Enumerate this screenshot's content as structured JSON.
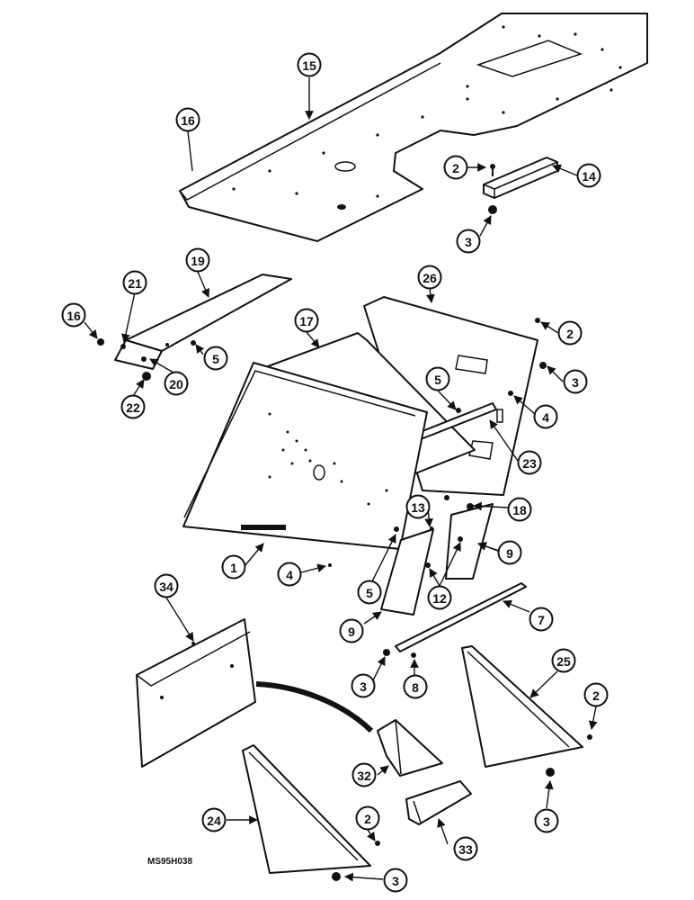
{
  "drawing_code": "MS95H038",
  "callouts": [
    "15",
    "16",
    "2",
    "14",
    "3",
    "19",
    "21",
    "16",
    "5",
    "20",
    "22",
    "26",
    "17",
    "2",
    "3",
    "5",
    "4",
    "23",
    "18",
    "13",
    "9",
    "12",
    "1",
    "4",
    "5",
    "9",
    "34",
    "7",
    "3",
    "8",
    "25",
    "2",
    "32",
    "3",
    "24",
    "2",
    "33",
    "3"
  ]
}
